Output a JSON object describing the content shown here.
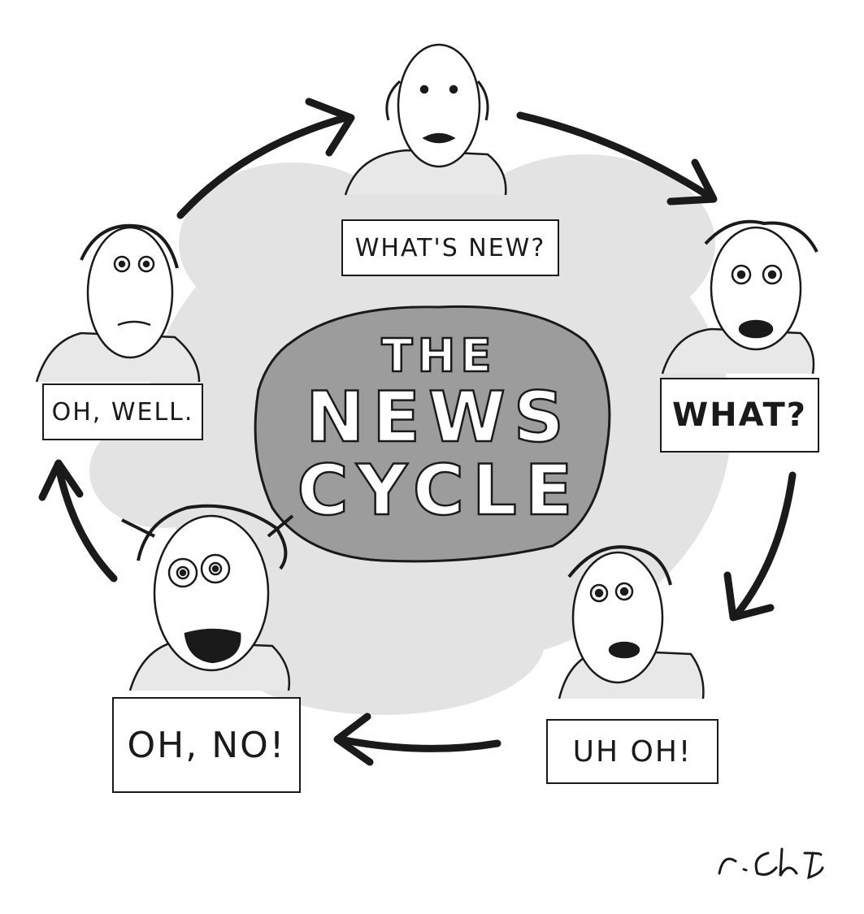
{
  "cycle_title": {
    "line1": "THE",
    "line2": "NEWS",
    "line3": "CYCLE"
  },
  "stages": [
    {
      "caption": "WHAT'S NEW?"
    },
    {
      "caption": "WHAT?"
    },
    {
      "caption": "UH OH!"
    },
    {
      "caption": "OH, NO!"
    },
    {
      "caption": "OH, WELL."
    }
  ],
  "signature": "R. Chast",
  "colors": {
    "ink": "#1a1a1a",
    "wash": "#d9d9d9",
    "blob": "#9a9a9a",
    "paper": "#ffffff"
  }
}
